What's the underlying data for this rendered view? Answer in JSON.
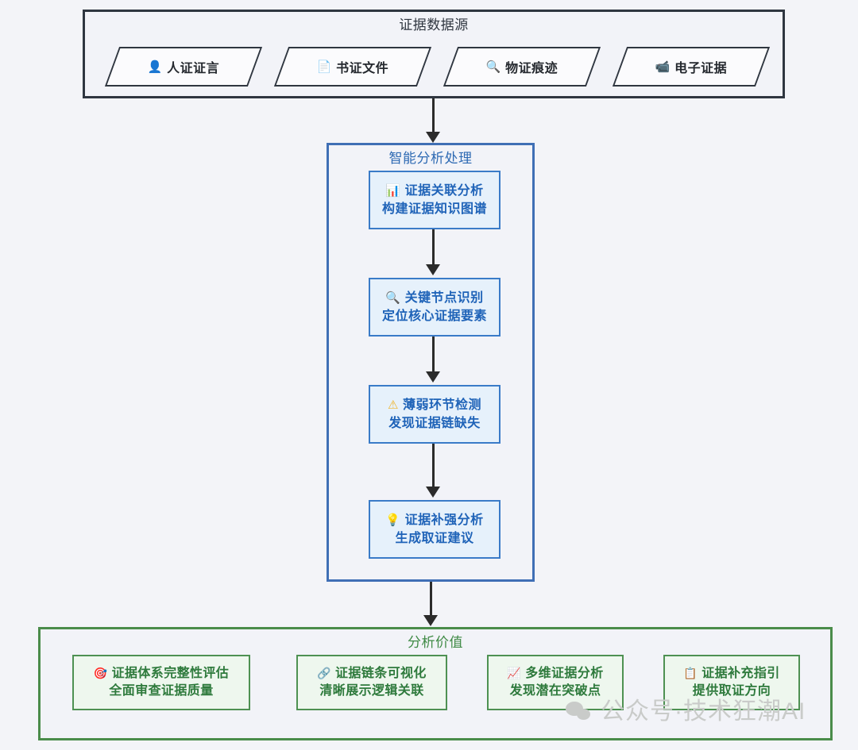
{
  "theme": {
    "page_background": "#f3f4f8",
    "source_border": "#2f3640",
    "process_border": "#3f6fb5",
    "process_text": "#1f63b8",
    "process_fill": "#e6f1fb",
    "value_border": "#4a8c4a",
    "value_text": "#2e7a3c",
    "value_fill": "#eef7ee",
    "arrow_color": "#2b2b2b"
  },
  "sources": {
    "title": "证据数据源",
    "items": [
      {
        "icon": "person-bust-icon",
        "glyph": "👤",
        "label": "人证证言"
      },
      {
        "icon": "page-document-icon",
        "glyph": "📄",
        "label": "书证文件"
      },
      {
        "icon": "magnifier-icon",
        "glyph": "🔍",
        "label": "物证痕迹"
      },
      {
        "icon": "video-camera-icon",
        "glyph": "📹",
        "label": "电子证据"
      }
    ]
  },
  "process": {
    "title": "智能分析处理",
    "steps": [
      {
        "icon": "bar-chart-icon",
        "glyph": "📊",
        "title": "证据关联分析",
        "subtitle": "构建证据知识图谱"
      },
      {
        "icon": "magnifier-icon",
        "glyph": "🔍",
        "title": "关键节点识别",
        "subtitle": "定位核心证据要素"
      },
      {
        "icon": "warning-icon",
        "glyph": "⚠",
        "title": "薄弱环节检测",
        "subtitle": "发现证据链缺失"
      },
      {
        "icon": "lightbulb-icon",
        "glyph": "💡",
        "title": "证据补强分析",
        "subtitle": "生成取证建议"
      }
    ]
  },
  "value": {
    "title": "分析价值",
    "cards": [
      {
        "icon": "target-dart-icon",
        "glyph": "🎯",
        "title": "证据体系完整性评估",
        "subtitle": "全面审查证据质量"
      },
      {
        "icon": "link-chain-icon",
        "glyph": "🔗",
        "title": "证据链条可视化",
        "subtitle": "清晰展示逻辑关联"
      },
      {
        "icon": "line-chart-up-icon",
        "glyph": "📈",
        "title": "多维证据分析",
        "subtitle": "发现潜在突破点"
      },
      {
        "icon": "clipboard-icon",
        "glyph": "📋",
        "title": "证据补充指引",
        "subtitle": "提供取证方向"
      }
    ]
  },
  "watermark": {
    "logo": "wechat-logo-icon",
    "text": "公众号·技术狂潮AI"
  }
}
